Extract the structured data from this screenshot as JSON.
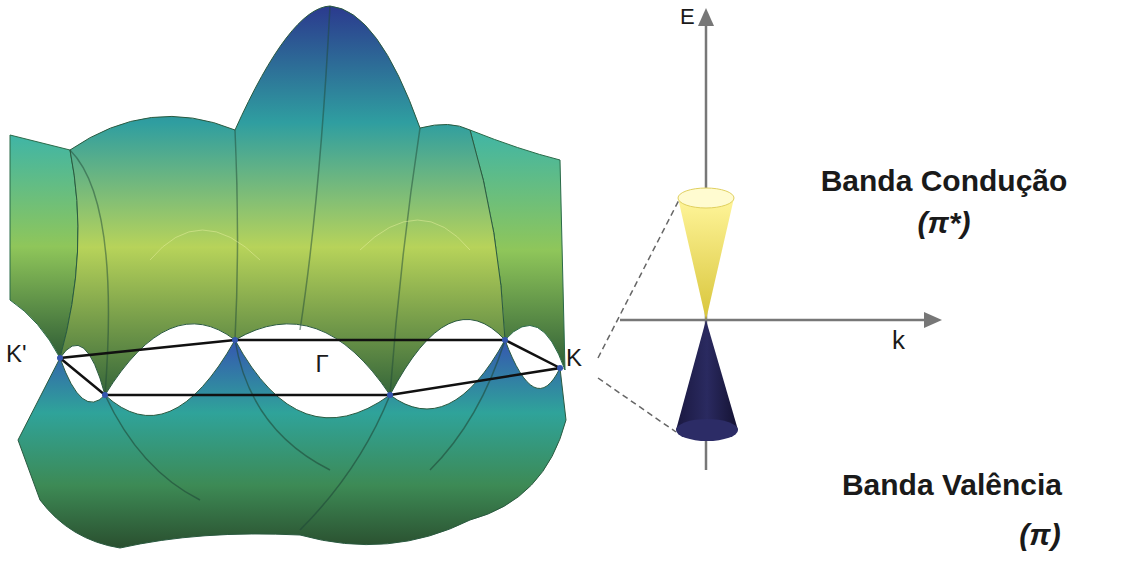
{
  "diagram": {
    "labels": [
      "K'",
      "Γ",
      "K",
      "E",
      "k",
      "Banda Condução",
      "(π*)",
      "Banda Valência",
      "(π)"
    ]
  }
}
